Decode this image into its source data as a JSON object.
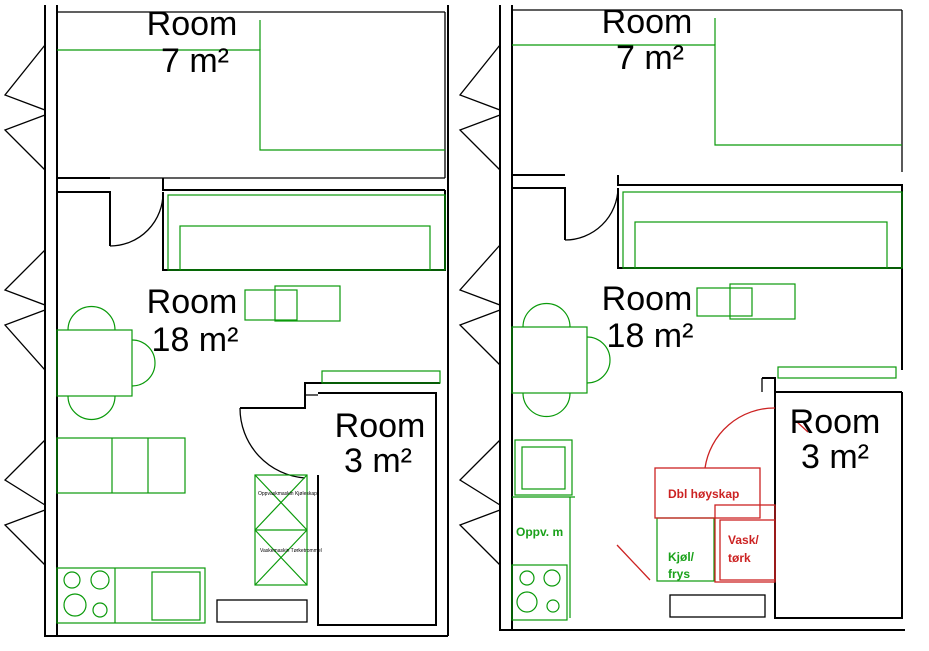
{
  "plans": [
    {
      "rooms": [
        {
          "name": "Room",
          "area": "7 m²"
        },
        {
          "name": "Room",
          "area": "18 m²"
        },
        {
          "name": "Room",
          "area": "3 m²"
        }
      ],
      "small_labels": [
        "Oppvaskmaskin Kjøleskap",
        "Vaskemaskin Tørketrommel"
      ]
    },
    {
      "rooms": [
        {
          "name": "Room",
          "area": "7 m²"
        },
        {
          "name": "Room",
          "area": "18 m²"
        },
        {
          "name": "Room",
          "area": "3 m²"
        }
      ],
      "annotations": {
        "dishwasher": "Oppv. m",
        "fridge_line1": "Kjøl/",
        "fridge_line2": "frys",
        "tall_cabinet": "Dbl høyskap",
        "washer_line1": "Vask/",
        "washer_line2": "tørk"
      }
    }
  ],
  "colors": {
    "walls": "#000000",
    "furniture": "#0a9a0a",
    "annotation_green": "#1aa11a",
    "annotation_red": "#cc2222"
  }
}
